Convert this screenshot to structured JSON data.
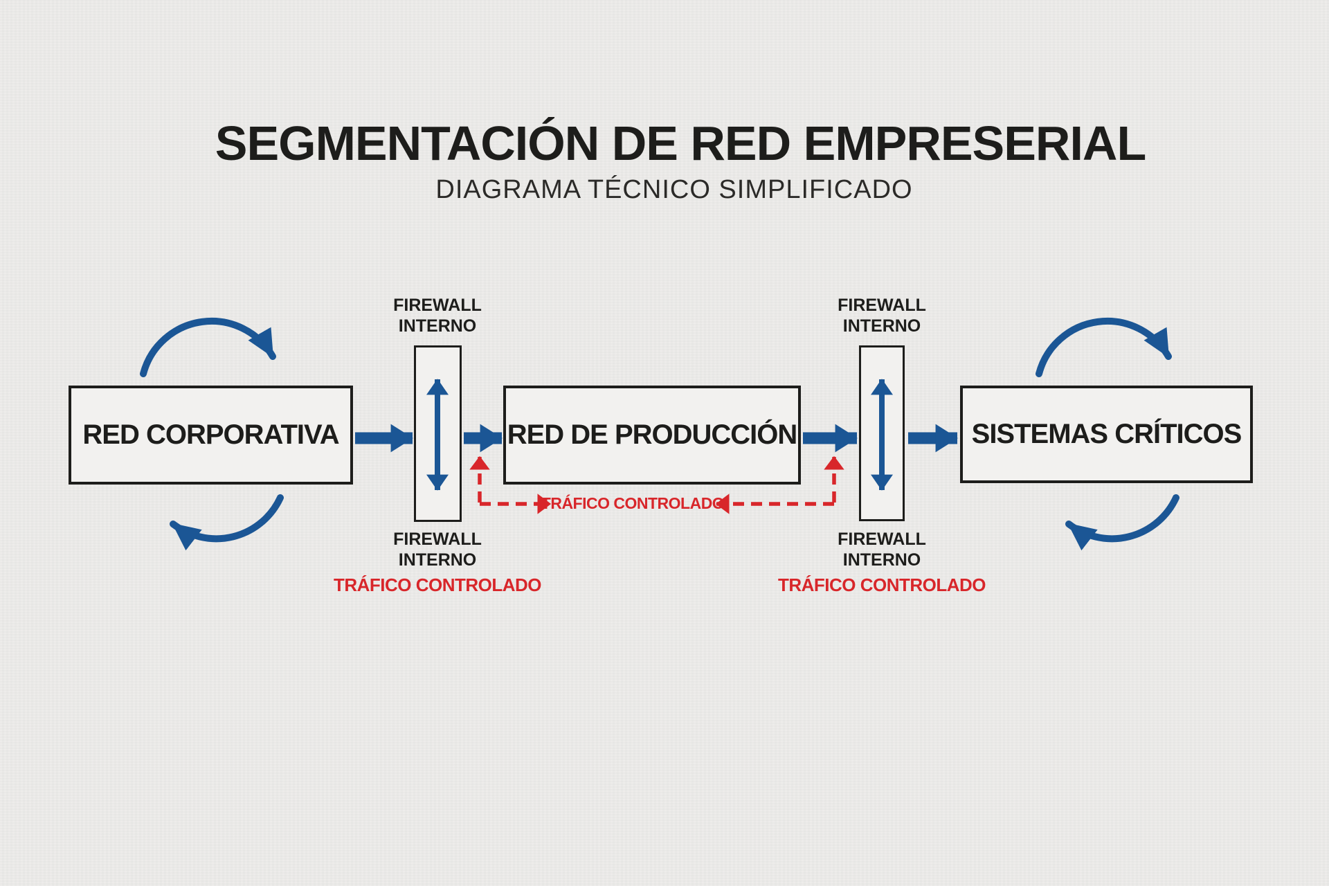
{
  "header": {
    "title": "SEGMENTACIÓN DE RED EMPRESERIAL",
    "subtitle": "DIAGRAMA TÉCNICO SIMPLIFICADO"
  },
  "nodes": {
    "corporate": {
      "label": "RED CORPORATIVA"
    },
    "production": {
      "label": "RED DE PRODUCCIÓN"
    },
    "critical": {
      "label": "SISTEMAS CRÍTICOS"
    }
  },
  "firewalls": {
    "left": {
      "top_label": "FIREWALL\nINTERNO",
      "bottom_label": "FIREWALL\nINTERNO",
      "traffic_label": "TRÁFICO CONTROLADO"
    },
    "right": {
      "top_label": "FIREWALL\nINTERNO",
      "bottom_label": "FIREWALL\nINTERNO",
      "traffic_label": "TRÁFICO CONTROLADO"
    }
  },
  "controlled_traffic": {
    "center_label": "TRÁFICO CONTROLADO"
  },
  "colors": {
    "accent_blue": "#1b5695",
    "alert_red": "#d8262a",
    "ink_black": "#1d1d1b",
    "background": "#ecebe9",
    "box_fill": "#f2f1ef"
  }
}
